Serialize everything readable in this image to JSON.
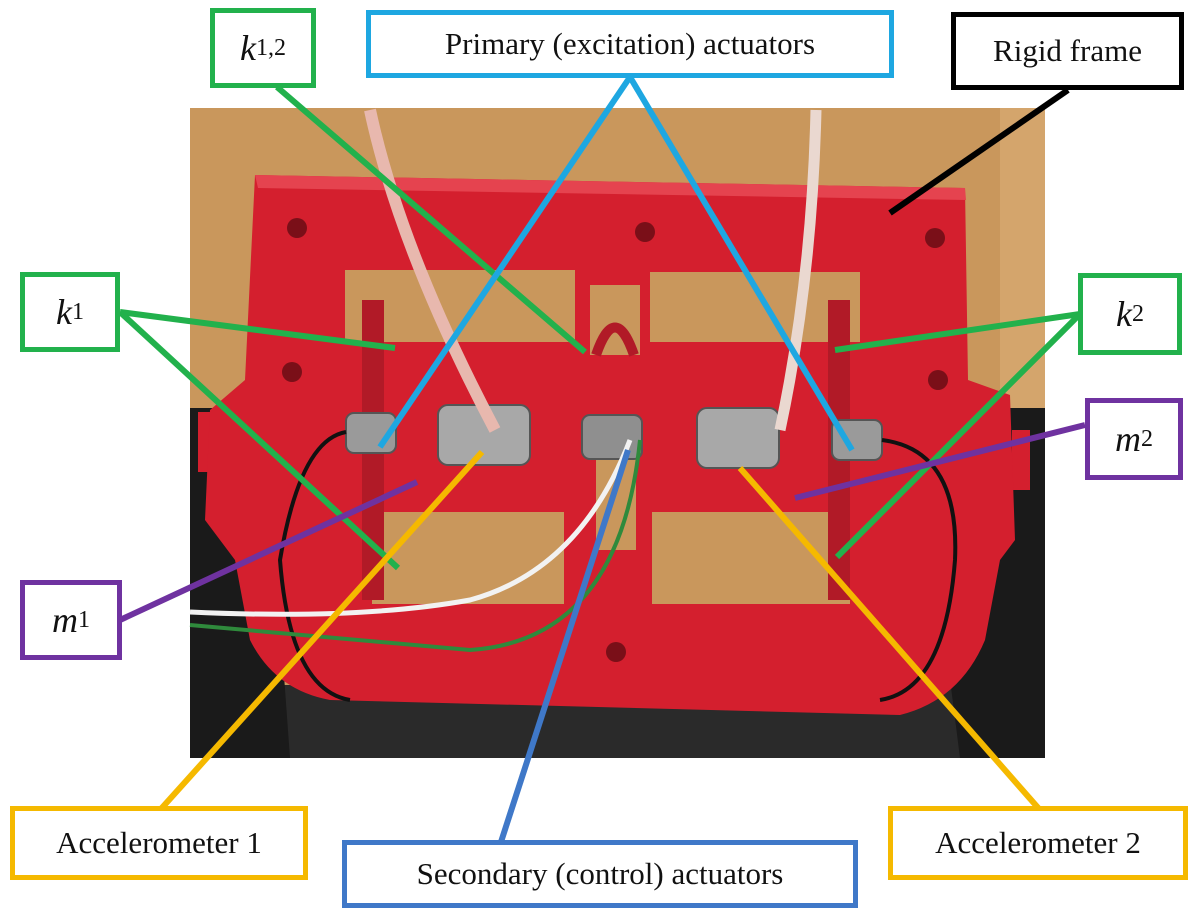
{
  "colors": {
    "green": "#22b14c",
    "cyan": "#1ea7e1",
    "blue": "#3f78c8",
    "black": "#000000",
    "purple": "#6f32a0",
    "gold": "#f5b900",
    "frame_red": "#d41f2e",
    "table_wood": "#c9975c",
    "holder_black": "#1a1a1a"
  },
  "labels": {
    "k12": {
      "var": "k",
      "sub": "1,2"
    },
    "primary_actuators": "Primary (excitation) actuators",
    "rigid_frame": "Rigid frame",
    "k1": {
      "var": "k",
      "sub": "1"
    },
    "k2": {
      "var": "k",
      "sub": "2"
    },
    "m1": {
      "var": "m",
      "sub": "1"
    },
    "m2": {
      "var": "m",
      "sub": "2"
    },
    "accelerometer_1": "Accelerometer 1",
    "accelerometer_2": "Accelerometer 2",
    "secondary_actuators": "Secondary (control) actuators"
  }
}
